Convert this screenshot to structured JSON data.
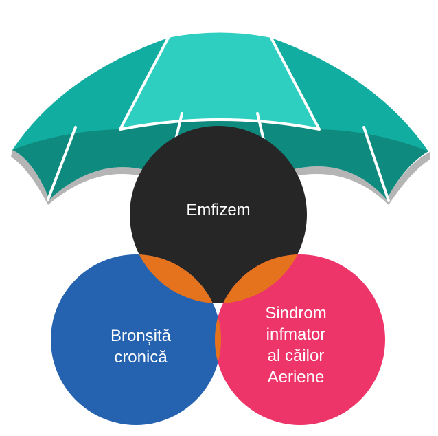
{
  "diagram": {
    "colors": {
      "umbrella_top": "#2ecfc0",
      "umbrella_mid": "#12ada1",
      "umbrella_underside": "#0f8a7f",
      "umbrella_rim": "#b5b5b5",
      "umbrella_ribs": "#ffffff",
      "circle_top": "#262626",
      "circle_left": "#2563b0",
      "circle_right": "#ee356a",
      "overlap": "#e5731e"
    },
    "circles": {
      "top": {
        "lines": [
          "Emfizem"
        ]
      },
      "left": {
        "lines": [
          "Bronșită",
          "cronică"
        ]
      },
      "right": {
        "lines": [
          "Sindrom",
          "infmator",
          "al căilor",
          "Aeriene"
        ]
      }
    }
  }
}
